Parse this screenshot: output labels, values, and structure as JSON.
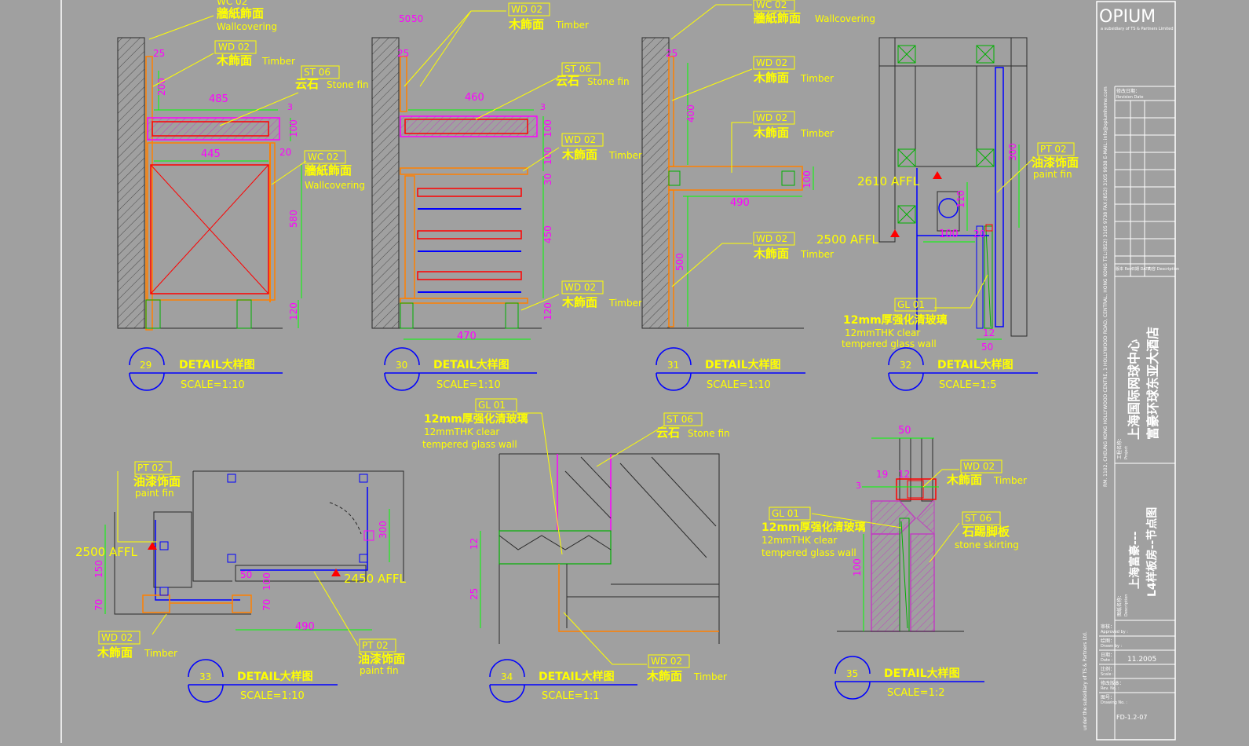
{
  "colors": {
    "background": "#a0a0a0",
    "hatch": "#4a4a4a",
    "outline": "#2a2a2a",
    "annotation": "#ffff00",
    "dimension": "#00ff00",
    "dimension_text": "#ff00ff",
    "frame": "#ffffff",
    "orange": "#ff8000",
    "red": "#ff0000",
    "blue": "#0000ff",
    "cyan": "#00c0ff",
    "magenta": "#ff00ff",
    "green": "#00b000"
  },
  "tags": {
    "wc02": "WC 02",
    "wd02": "WD 02",
    "st06": "ST 06",
    "pt02": "PT 02",
    "gl01": "GL 01"
  },
  "labels": {
    "wallcovering_cn": "牆紙飾面",
    "wallcovering_en": "Wallcovering",
    "timber_cn": "木飾面",
    "timber_en": "Timber",
    "stone_cn": "云石",
    "stone_en": "Stone fin",
    "paint_cn": "油漆饰面",
    "paint_en": "paint fin",
    "glass_cn": "12mm厚强化清玻璃",
    "glass_en1": "12mmTHK clear",
    "glass_en2": "tempered glass wall",
    "skirting_cn": "石踢脚板",
    "skirting_en": "stone skirting",
    "affl_2610": "2610 AFFL",
    "affl_2500": "2500 AFFL",
    "affl_2450": "2450 AFFL"
  },
  "details": [
    {
      "number": "29",
      "title": "DETAIL大样图",
      "scale": "SCALE=1:10"
    },
    {
      "number": "30",
      "title": "DETAIL大样图",
      "scale": "SCALE=1:10"
    },
    {
      "number": "31",
      "title": "DETAIL大样图",
      "scale": "SCALE=1:10"
    },
    {
      "number": "32",
      "title": "DETAIL大样图",
      "scale": "SCALE=1:5"
    },
    {
      "number": "33",
      "title": "DETAIL大样图",
      "scale": "SCALE=1:10"
    },
    {
      "number": "34",
      "title": "DETAIL大样图",
      "scale": "SCALE=1:1"
    },
    {
      "number": "35",
      "title": "DETAIL大样图",
      "scale": "SCALE=1:2"
    }
  ],
  "dims": {
    "d29": [
      "25",
      "200",
      "485",
      "3",
      "100",
      "445",
      "20",
      "580",
      "120"
    ],
    "d30": [
      "50",
      "50",
      "25",
      "460",
      "3",
      "100",
      "100",
      "30",
      "450",
      "120",
      "470"
    ],
    "d31": [
      "25",
      "400",
      "490",
      "100",
      "500"
    ],
    "d32": [
      "300",
      "110",
      "100",
      "20",
      "12",
      "50"
    ],
    "d33": [
      "300",
      "150",
      "70",
      "50",
      "100",
      "70",
      "490"
    ],
    "d34": [
      "12",
      "25"
    ],
    "d35": [
      "50",
      "19",
      "12",
      "3",
      "100"
    ]
  },
  "title_block": {
    "logo": "OPIUM",
    "logo_sub": "a subsidiary of TS & Partners Limited",
    "address": "RM. 1102, CHEUNG KONG HOLLYWOOD CENTRE, 1 HOLLYWOOD ROAD, CENTRAL, HONG KONG  TEL:(852) 3105 9738  FAX:(852) 3105 9938  E-MAIL: info@opiumhome.com",
    "revision_date_cn": "修改日期：",
    "revision_date_en": "Revision Date",
    "rev_cols": [
      "版本 Rev.",
      "日期 DATE",
      "内容 Description"
    ],
    "project_cn_label": "工程名称：",
    "project_en_label": "Project",
    "project_line1": "上海国际网球中心",
    "project_line2": "富豪环球东亚大酒店",
    "desc_cn_label": "图纸名称：",
    "desc_en_label": "Description",
    "desc_line1": "上海富豪---",
    "desc_line2": "L4样板房--节点图",
    "approved_cn": "审核：",
    "approved_en": "Approved by :",
    "drawn_cn": "绘图：",
    "drawn_en": "Drawn by :",
    "date_cn": "日期：",
    "date_en": "Date :",
    "date_value": "11.2005",
    "scale_cn": "比例：",
    "scale_en": "Scale :",
    "revno_cn": "修改版本：",
    "revno_en": "Rev. No. :",
    "drawing_cn": "图号：",
    "drawing_en": "Drawing No. :",
    "drawing_value": "FD-1.2-07",
    "vertical_note": "under the subsidiary of TS & Partners Ltd."
  }
}
